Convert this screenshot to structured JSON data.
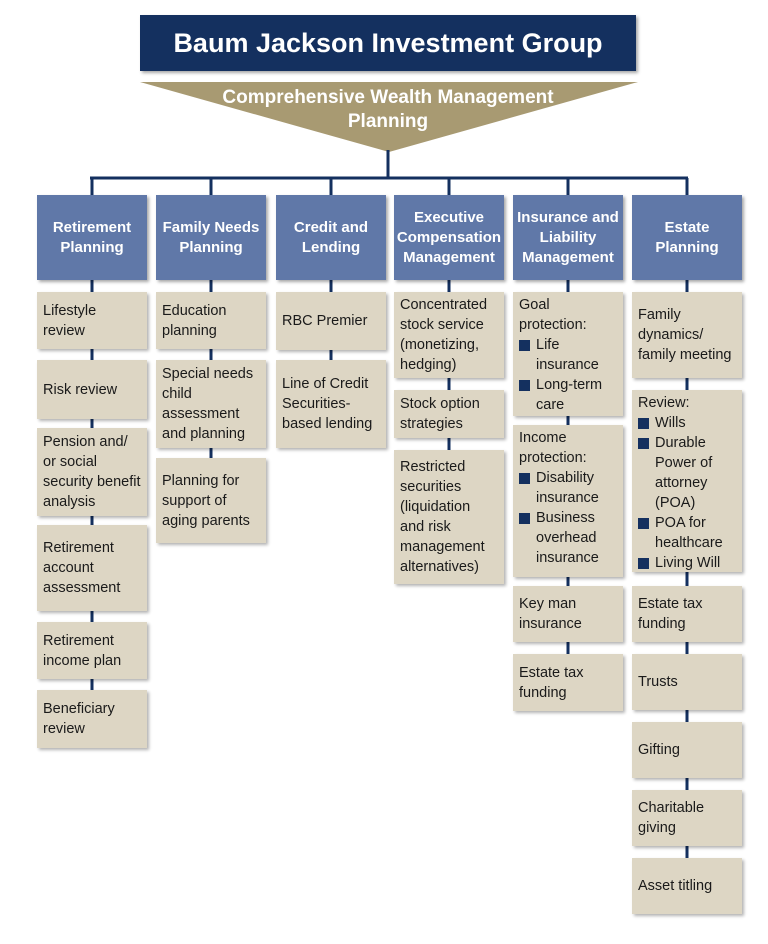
{
  "title": "Baum Jackson Investment Group",
  "subtitle": "Comprehensive Wealth Management Planning",
  "colors": {
    "title_bg": "#14305f",
    "subtitle_bg": "#a89a72",
    "header_bg": "#6078a8",
    "item_bg": "#ddd6c4",
    "line": "#14305f"
  },
  "columns": [
    {
      "header": "Retirement Planning",
      "items": [
        "Lifestyle review",
        "Risk review",
        "Pension and/ or social security benefit analysis",
        "Retirement account assessment",
        "Retirement income plan",
        "Beneficiary review"
      ]
    },
    {
      "header": "Family Needs Planning",
      "items": [
        "Education planning",
        "Special needs child assessment and planning",
        "Planning for support of aging parents"
      ]
    },
    {
      "header": "Credit and Lending",
      "items": [
        "RBC Premier",
        "Line of Credit Securities-based lending"
      ]
    },
    {
      "header": "Executive Compensation Management",
      "items": [
        "Concentrated stock service (monetizing, hedging)",
        "Stock option strategies",
        "Restricted securities (liquidation and risk management alternatives)"
      ]
    },
    {
      "header": "Insurance and Liability Management",
      "items": [
        {
          "label": "Goal protection:",
          "bullets": [
            "Life insurance",
            "Long-term care"
          ]
        },
        {
          "label": "Income protection:",
          "bullets": [
            "Disability insurance",
            "Business overhead insurance"
          ]
        },
        "Key man insurance",
        "Estate tax funding"
      ]
    },
    {
      "header": "Estate Planning",
      "items": [
        "Family dynamics/ family meeting",
        {
          "label": "Review:",
          "bullets": [
            "Wills",
            "Durable Power of attorney (POA)",
            "POA for healthcare",
            "Living Will"
          ]
        },
        "Estate tax funding",
        "Trusts",
        "Gifting",
        "Charitable giving",
        "Asset titling"
      ]
    }
  ]
}
